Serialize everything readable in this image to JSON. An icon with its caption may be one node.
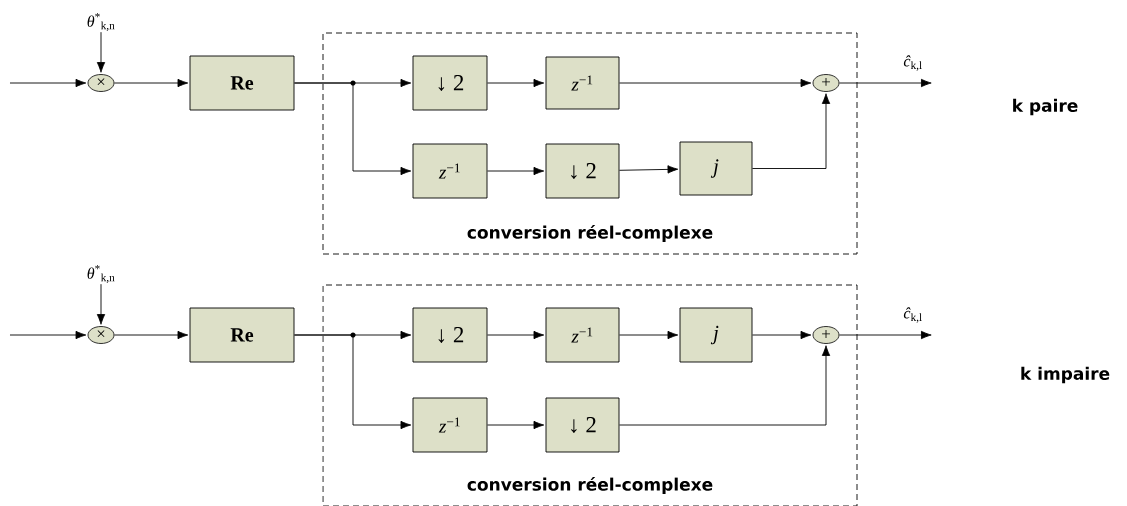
{
  "diagram": {
    "nodes": [
      {
        "text": [
          "*θ*$^{*}$$_{k,n}$"
        ]
      },
      {
        "text": [
          "×"
        ]
      },
      {
        "text": [
          "Re"
        ]
      },
      {
        "text": [
          "conversion réel-complexe"
        ]
      },
      {
        "text": [
          "↓ 2"
        ],
        "in": 3
      },
      {
        "text": [
          "*z*$^{−1}$"
        ],
        "in": 3
      },
      {
        "text": [
          "*z*$^{−1}$"
        ],
        "in": 3
      },
      {
        "text": [
          "↓ 2"
        ],
        "in": 3
      },
      {
        "text": [
          "j"
        ],
        "in": 3
      },
      {
        "text": [
          "+"
        ],
        "in": 3
      },
      {
        "text": [
          "*θ*$^{*}$$_{k,n}$"
        ]
      },
      {
        "text": [
          "×"
        ]
      },
      {
        "text": [
          "Re"
        ]
      },
      {
        "text": [
          "conversion réel-complexe"
        ]
      },
      {
        "text": [
          "↓ 2"
        ],
        "in": 13
      },
      {
        "text": [
          "*z*$^{−1}$"
        ],
        "in": 13
      },
      {
        "text": [
          "j"
        ],
        "in": 13
      },
      {
        "text": [
          "*z*$^{−1}$"
        ],
        "in": 13
      },
      {
        "text": [
          "↓ 2"
        ],
        "in": 13
      },
      {
        "text": [
          "+"
        ],
        "in": 13
      }
    ],
    "edges": [
      {
        "from": null,
        "to": 1,
        "arrow": "to"
      },
      {
        "from": 0,
        "to": 1,
        "arrow": "to"
      },
      {
        "from": 1,
        "to": 2,
        "arrow": "to"
      },
      {
        "from": 2,
        "to": 4,
        "arrow": "to"
      },
      {
        "from": 2,
        "to": 6,
        "arrow": "to"
      },
      {
        "from": 4,
        "to": 5,
        "arrow": "to"
      },
      {
        "from": 5,
        "to": 9,
        "arrow": "to"
      },
      {
        "from": 6,
        "to": 7,
        "arrow": "to"
      },
      {
        "from": 7,
        "to": 8,
        "arrow": "to"
      },
      {
        "from": 8,
        "to": 9,
        "arrow": "to"
      },
      {
        "from": 9,
        "to": null,
        "arrow": "to",
        "label": "*ĉ*$_{k,l}$"
      },
      {
        "from": null,
        "to": 11,
        "arrow": "to"
      },
      {
        "from": 10,
        "to": 11,
        "arrow": "to"
      },
      {
        "from": 11,
        "to": 12,
        "arrow": "to"
      },
      {
        "from": 12,
        "to": 14,
        "arrow": "to"
      },
      {
        "from": 12,
        "to": 17,
        "arrow": "to"
      },
      {
        "from": 14,
        "to": 15,
        "arrow": "to"
      },
      {
        "from": 15,
        "to": 16,
        "arrow": "to"
      },
      {
        "from": 16,
        "to": 19,
        "arrow": "to"
      },
      {
        "from": 17,
        "to": 18,
        "arrow": "to"
      },
      {
        "from": 18,
        "to": 19,
        "arrow": "to"
      },
      {
        "from": 19,
        "to": null,
        "arrow": "to",
        "label": "*ĉ*$_{k,l}$"
      }
    ],
    "labels": [
      "k paire",
      "k impaire"
    ]
  }
}
